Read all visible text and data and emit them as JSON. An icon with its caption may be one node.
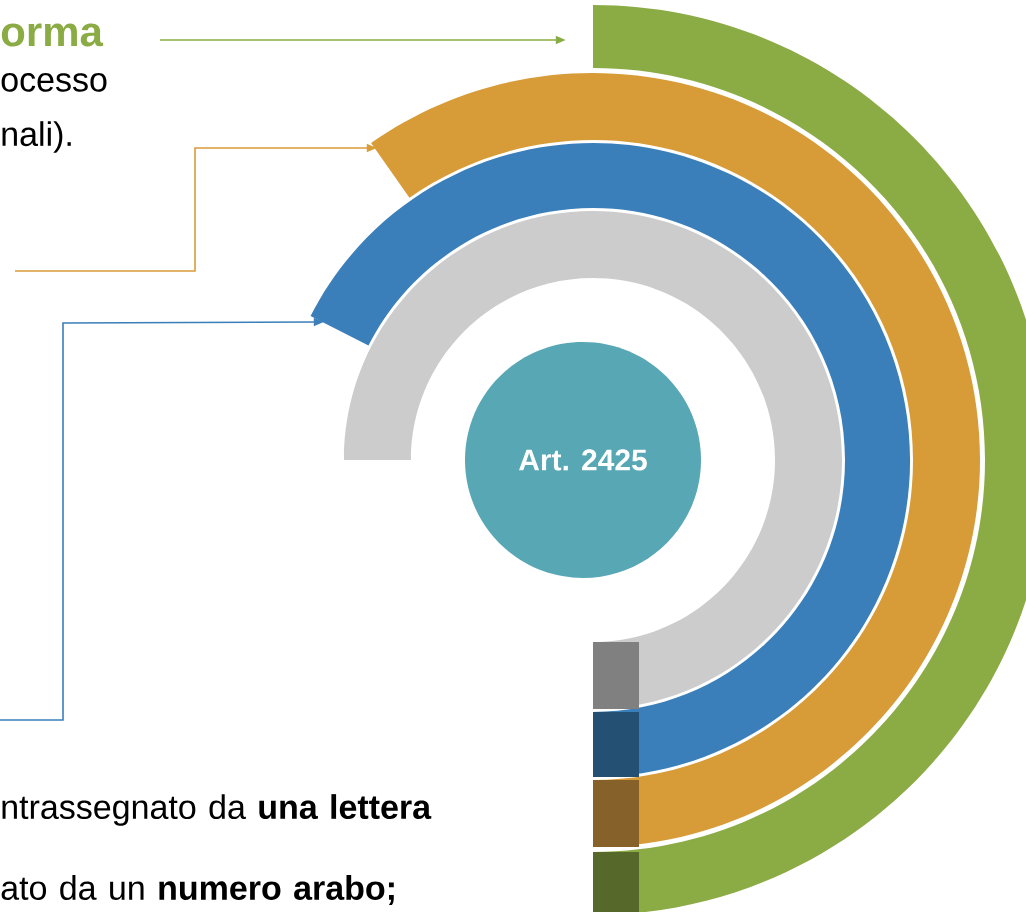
{
  "diagram": {
    "nodes": [
      {
        "text": [],
        "shape": "bar"
      },
      {
        "text": [],
        "shape": "bar"
      },
      {
        "text": [],
        "shape": "bar"
      },
      {
        "text": [],
        "shape": "bar"
      },
      {
        "text": [
          "Art. 2425"
        ]
      }
    ],
    "edges": [
      {
        "from": null,
        "to": 0,
        "arrow": "to",
        "color": "#8aac45"
      },
      {
        "from": null,
        "to": 1,
        "arrow": "to",
        "color": "#d99c38"
      },
      {
        "from": null,
        "to": 2,
        "arrow": "to",
        "color": "#3a7fba"
      }
    ],
    "labels": [
      "orma",
      "ocesso nali).",
      "ntrassegnato da **una lettera**",
      "ato da un **numero arabo;**"
    ]
  }
}
